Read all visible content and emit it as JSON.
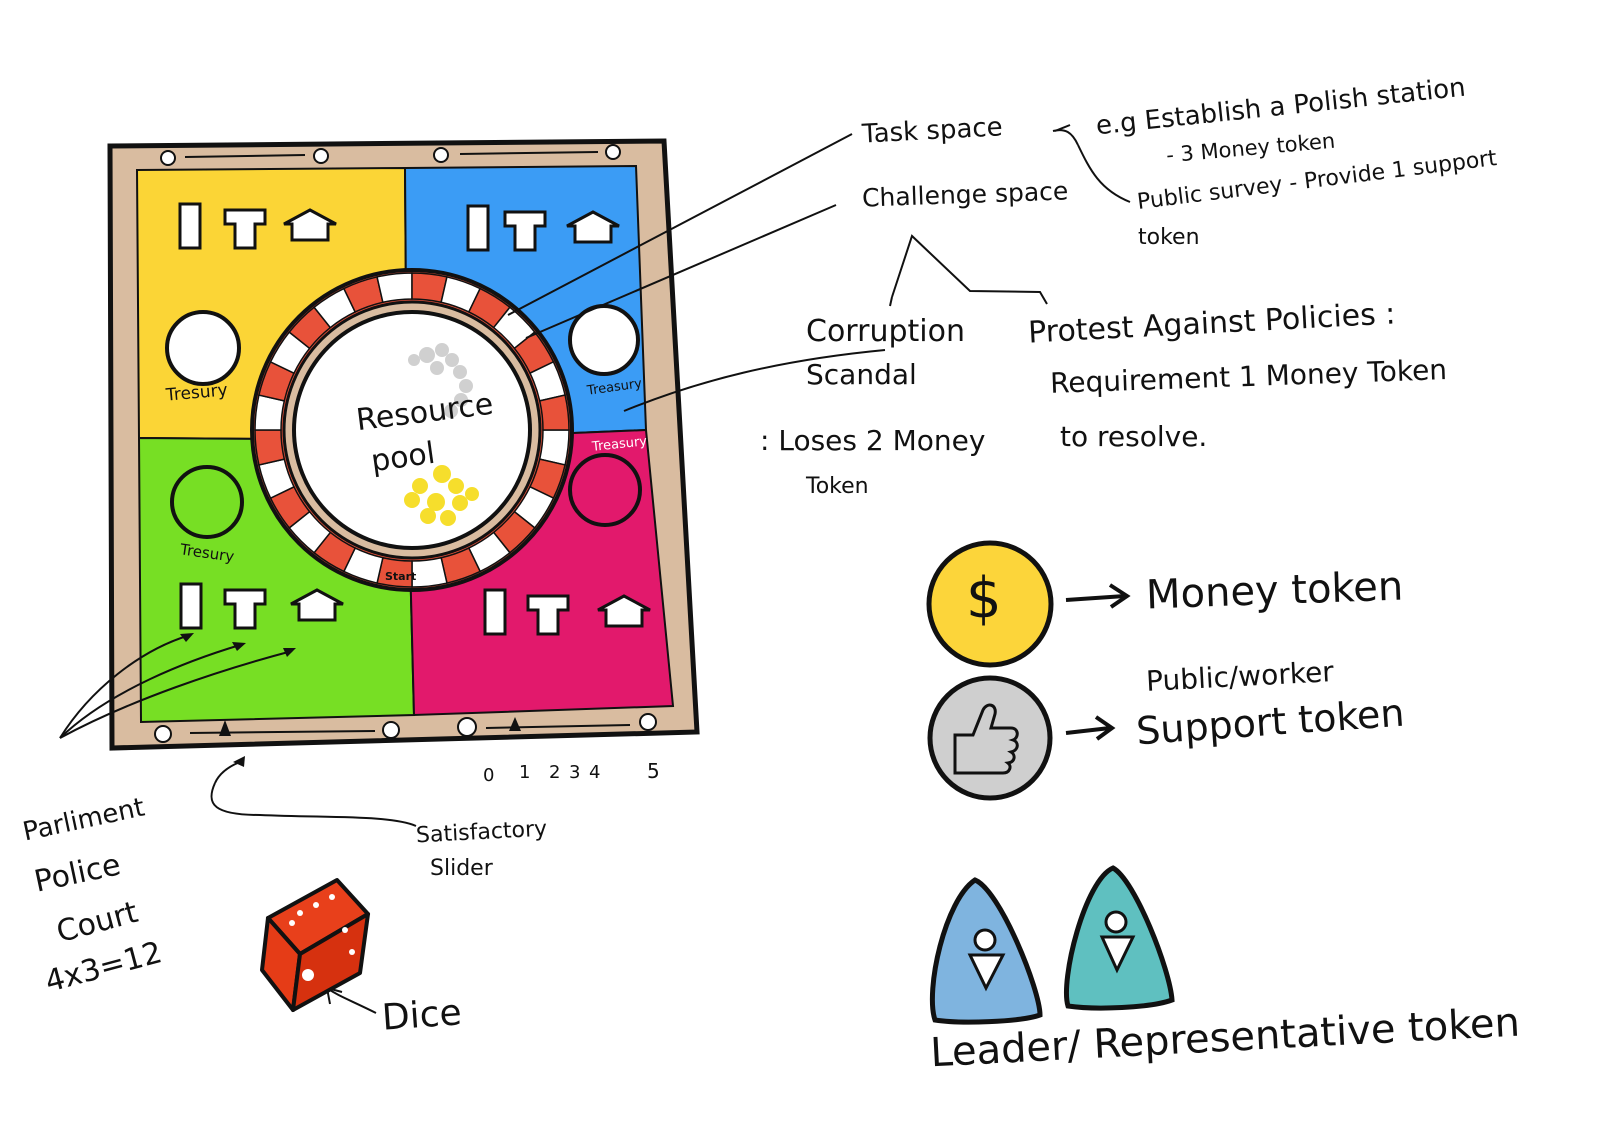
{
  "board": {
    "quadrants": [
      {
        "name": "yellow",
        "color": "#fbd536",
        "treasury_label": "Tresury"
      },
      {
        "name": "blue",
        "color": "#3b9cf5",
        "treasury_label": "Treasury"
      },
      {
        "name": "green",
        "color": "#77df24",
        "treasury_label": "Tresury"
      },
      {
        "name": "pink",
        "color": "#e2196c",
        "treasury_label": "Treasury"
      }
    ],
    "frame_color": "#d9bca0",
    "center_label_line1": "Resource",
    "center_label_line2": "pool",
    "start_label": "Start",
    "slider_scale": [
      "0",
      "1",
      "2",
      "3",
      "4",
      "5"
    ]
  },
  "annotations": {
    "task_space": "Task space",
    "task_example_1": "e.g Establish a Polish station",
    "task_example_1b": "- 3 Money token",
    "task_example_2": "Public survey - Provide 1 support",
    "task_example_2b": "token",
    "challenge_space": "Challenge space",
    "corruption_1": "Corruption",
    "corruption_2": "Scandal",
    "corruption_3": ": Loses 2 Money",
    "corruption_4": "Token",
    "protest_1": "Protest Against Policies :",
    "protest_2": "Requirement 1 Money Token",
    "protest_3": "to resolve.",
    "parliament_1": "Parliment",
    "parliament_2": "Police",
    "parliament_3": "Court",
    "parliament_4": "4x3=12",
    "slider_label_1": "Satisfactory",
    "slider_label_2": "Slider",
    "dice_label": "Dice"
  },
  "legend": {
    "money_token": "Money token",
    "support_token_1": "Public/worker",
    "support_token_2": "Support token",
    "leader_token": "Leader/ Representative token",
    "money_symbol": "$",
    "money_color": "#fcd53a",
    "support_color": "#cfcfcf",
    "leader_color_1": "#7fb4df",
    "leader_color_2": "#5fc0c0"
  }
}
